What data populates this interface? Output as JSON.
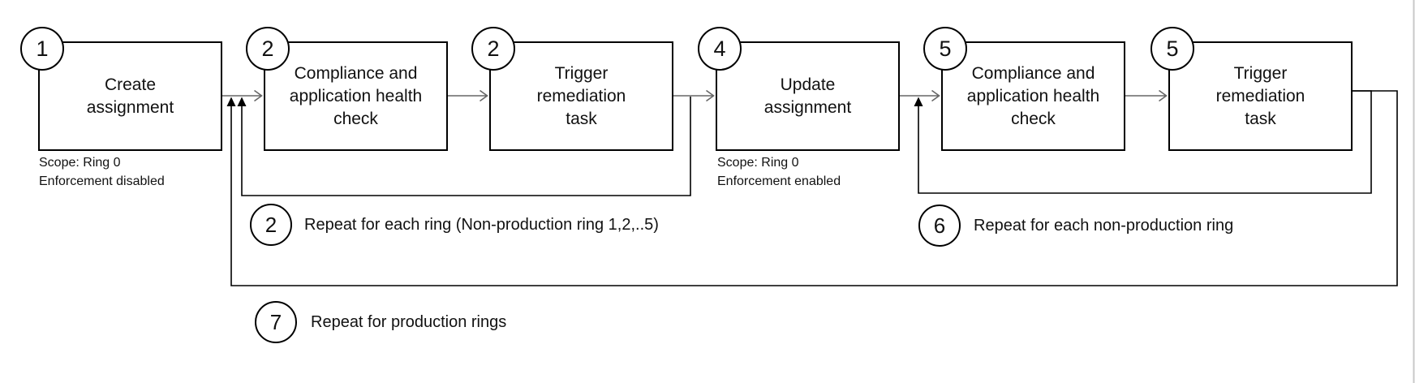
{
  "diagram": {
    "boxes": [
      {
        "step": "1",
        "label": "Create\nassignment",
        "note": "Scope: Ring 0\nEnforcement disabled"
      },
      {
        "step": "2",
        "label": "Compliance and\napplication health\ncheck"
      },
      {
        "step": "2",
        "label": "Trigger\nremediation\ntask"
      },
      {
        "step": "4",
        "label": "Update\nassignment",
        "note": "Scope: Ring 0\nEnforcement enabled"
      },
      {
        "step": "5",
        "label": "Compliance and\napplication health\ncheck"
      },
      {
        "step": "5",
        "label": "Trigger\nremediation\ntask"
      }
    ],
    "loops": [
      {
        "step": "2",
        "label": "Repeat for each ring (Non-production ring 1,2,..5)"
      },
      {
        "step": "6",
        "label": "Repeat for each non-production ring"
      },
      {
        "step": "7",
        "label": "Repeat for production rings"
      }
    ]
  },
  "colors": {
    "flow_line": "#666666",
    "loop_line": "#000000",
    "box_border": "#000000",
    "page_edge": "#c9c9c9"
  }
}
